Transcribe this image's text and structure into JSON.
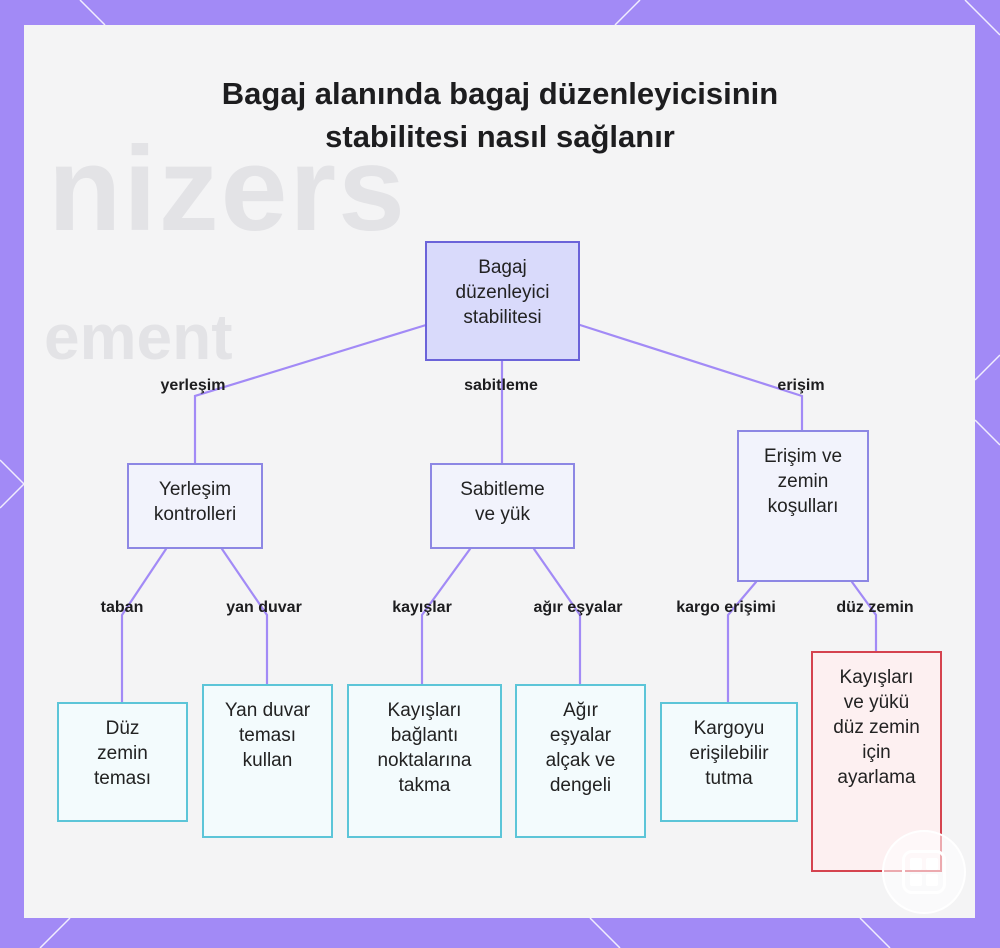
{
  "title": "Bagaj alanında bagaj düzenleyicisinin stabilitesi nasıl sağlanır",
  "watermark": {
    "line1": "nizers",
    "line2": "ement"
  },
  "root": {
    "label": "Bagaj düzenleyici stabilitesi"
  },
  "branches": [
    {
      "edge_label": "yerleşim",
      "label": "Yerleşim kontrolleri",
      "children": [
        {
          "edge_label": "taban",
          "label": "Düz zemin teması"
        },
        {
          "edge_label": "yan duvar",
          "label": "Yan duvar teması kullan"
        }
      ]
    },
    {
      "edge_label": "sabitleme",
      "label": "Sabitleme ve yük",
      "children": [
        {
          "edge_label": "kayışlar",
          "label": "Kayışları bağlantı noktalarına takma"
        },
        {
          "edge_label": "ağır eşyalar",
          "label": "Ağır eşyalar alçak ve dengeli"
        }
      ]
    },
    {
      "edge_label": "erişim",
      "label": "Erişim ve zemin koşulları",
      "children": [
        {
          "edge_label": "kargo erişimi",
          "label": "Kargoyu erişilebilir tutma"
        },
        {
          "edge_label": "düz zemin",
          "label": "Kayışları ve yükü düz zemin için ayarlama"
        }
      ]
    }
  ],
  "colors": {
    "frame": "#a28af6",
    "edge": "#a28af6",
    "root_fill": "#d9dafb",
    "root_border": "#6b63d9",
    "mid_border": "#8d87e4",
    "leaf_border": "#5cc5d8",
    "highlight_border": "#d5434f"
  },
  "icons": {
    "badge": "grid-app-icon"
  }
}
